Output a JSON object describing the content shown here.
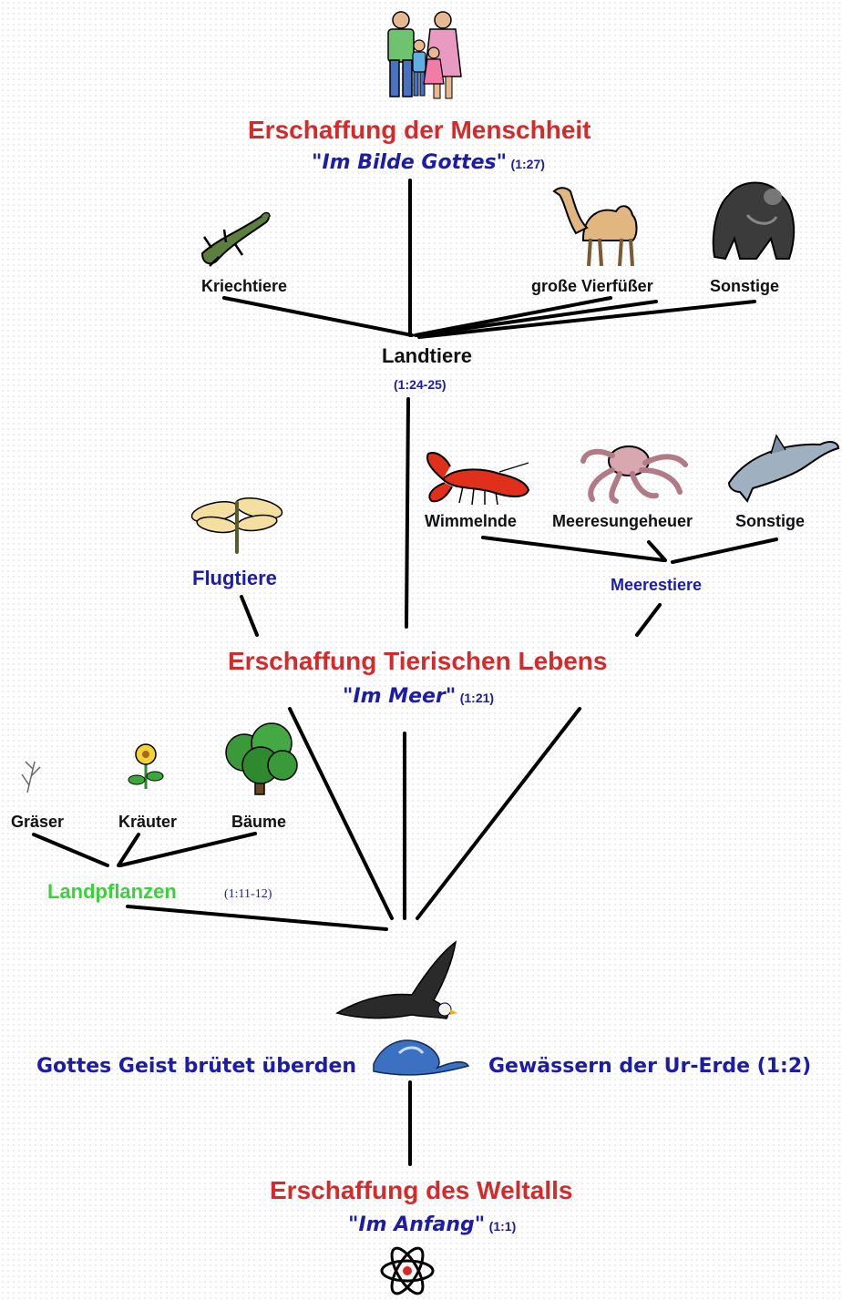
{
  "header": {
    "title": "Erschaffung der Menschheit",
    "quote": "\"Im Bilde Gottes\"",
    "ref": "(1:27)"
  },
  "landtiere": {
    "label": "Landtiere",
    "ref": "(1:24-25)",
    "kriechtiere": "Kriechtiere",
    "vierfuesser": "große Vierfüßer",
    "sonstige": "Sonstige"
  },
  "tiere": {
    "title": "Erschaffung Tierischen Lebens",
    "quote": "\"Im Meer\"",
    "ref": "(1:21)",
    "flugtiere": "Flugtiere",
    "meerestiere": "Meerestiere",
    "wimmelnde": "Wimmelnde",
    "meeresungeheuer": "Meeresungeheuer",
    "sonstige": "Sonstige"
  },
  "pflanzen": {
    "label": "Landpflanzen",
    "ref": "(1:11-12)",
    "graeser": "Gräser",
    "kraeuter": "Kräuter",
    "baeume": "Bäume"
  },
  "geist": {
    "left": "Gottes Geist brütet überden",
    "right": "Gewässern der Ur-Erde (1:2)"
  },
  "weltall": {
    "title": "Erschaffung des Weltalls",
    "quote": "\"Im Anfang\"",
    "ref": "(1:1)"
  },
  "icons": [
    "family-icon",
    "lizard-icon",
    "camel-icon",
    "gorilla-icon",
    "lobster-icon",
    "octopus-icon",
    "dolphin-icon",
    "dragonfly-icon",
    "grass-icon",
    "flower-icon",
    "tree-icon",
    "eagle-icon",
    "wave-icon",
    "atom-icon"
  ],
  "colors": {
    "title_red": "#d42a2a",
    "text_blue": "#1c1ca8",
    "plant_green": "#3bd13b"
  }
}
